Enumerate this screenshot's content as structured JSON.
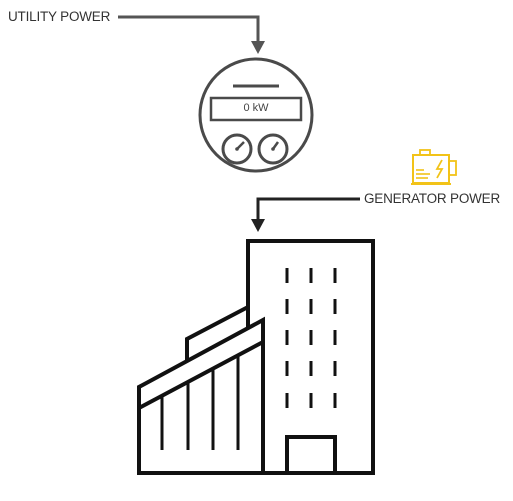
{
  "labels": {
    "utility_power": "UTILITY POWER",
    "generator_power": "GENERATOR POWER"
  },
  "meter": {
    "reading": "0 kW"
  },
  "icons": {
    "meter": "electric-meter-icon",
    "generator": "generator-icon",
    "building": "office-building-icon"
  },
  "colors": {
    "line": "#555555",
    "building": "#111111",
    "meter": "#4a4a4a",
    "generator": "#f2c318"
  }
}
